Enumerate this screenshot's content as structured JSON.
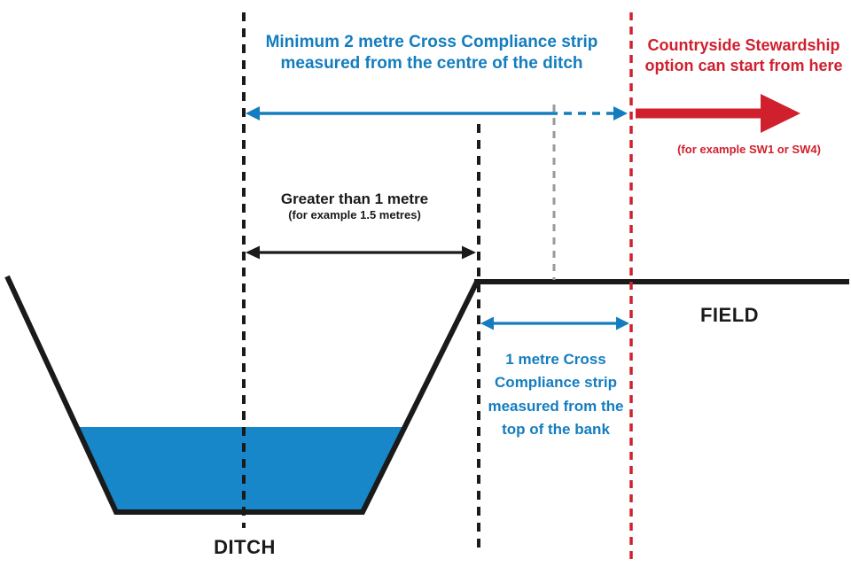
{
  "labels": {
    "cross_compliance": {
      "line1": "Minimum 2 metre Cross Compliance strip",
      "line2": "measured from the centre of the ditch"
    },
    "stewardship": {
      "line1": "Countryside Stewardship",
      "line2": "option can start from here",
      "example": "(for example SW1 or SW4)"
    },
    "greater_than": {
      "line1": "Greater than 1 metre",
      "line2": "(for example 1.5 metres)"
    },
    "bank_strip": {
      "line1": "1 metre Cross",
      "line2": "Compliance strip",
      "line3": "measured from the",
      "line4": "top of the bank"
    },
    "field": "FIELD",
    "ditch": "DITCH"
  },
  "colors": {
    "blue": "#147dbf",
    "red": "#d0202e",
    "water": "#1787c9",
    "black": "#1a1a1a",
    "gray": "#999999",
    "background": "#ffffff"
  }
}
